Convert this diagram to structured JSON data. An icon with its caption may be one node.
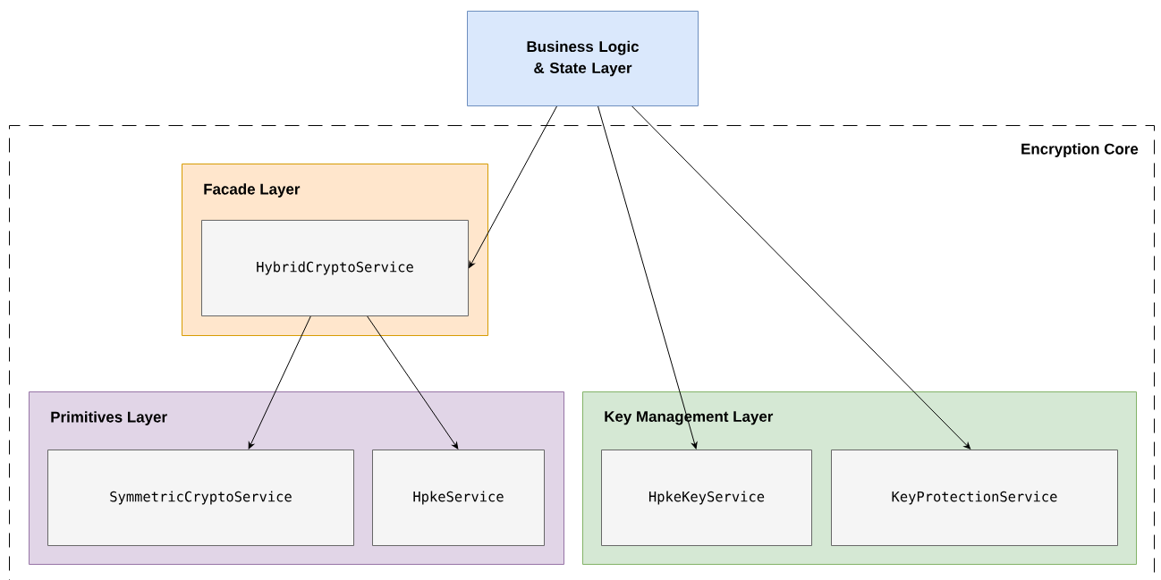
{
  "diagram": {
    "nodes": [
      {
        "text": [
          "Business Logic & State Layer"
        ]
      },
      {
        "text": [
          "Encryption Core"
        ]
      },
      {
        "text": [
          "Facade Layer"
        ],
        "in": 1
      },
      {
        "text": [
          "HybridCryptoService"
        ],
        "in": 2
      },
      {
        "text": [
          "Primitives Layer"
        ],
        "in": 1
      },
      {
        "text": [
          "SymmetricCryptoService"
        ],
        "in": 4
      },
      {
        "text": [
          "HpkeService"
        ],
        "in": 4
      },
      {
        "text": [
          "Key Management Layer"
        ],
        "in": 1
      },
      {
        "text": [
          "HpkeKeyService"
        ],
        "in": 7
      },
      {
        "text": [
          "KeyProtectionService"
        ],
        "in": 7
      }
    ],
    "edges": [
      {
        "from": 0,
        "to": 3,
        "arrow": "to"
      },
      {
        "from": 0,
        "to": 8,
        "arrow": "to"
      },
      {
        "from": 0,
        "to": 9,
        "arrow": "to"
      },
      {
        "from": 3,
        "to": 5,
        "arrow": "to"
      },
      {
        "from": 3,
        "to": 6,
        "arrow": "to"
      }
    ]
  }
}
